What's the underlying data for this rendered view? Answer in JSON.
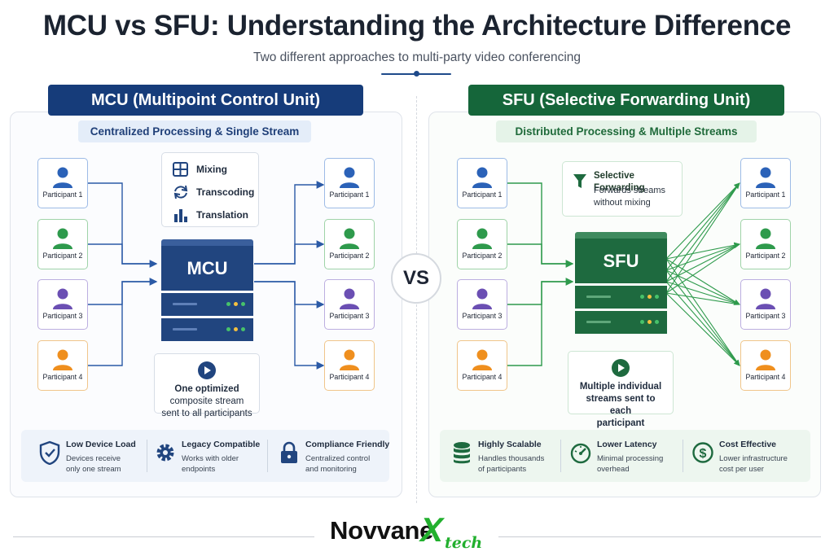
{
  "header": {
    "title": "MCU vs SFU: Understanding the Architecture Difference",
    "subtitle": "Two different approaches to multi-party video conferencing"
  },
  "mcu": {
    "banner": "MCU (Multipoint Control Unit)",
    "pill": "Centralized Processing & Single Stream",
    "inputs": [
      "Participant 1",
      "Participant 2",
      "Participant 3",
      "Participant 4"
    ],
    "outputs": [
      "Participant 1",
      "Participant 2",
      "Participant 3",
      "Participant 4"
    ],
    "functions": [
      "Mixing",
      "Transcoding",
      "Translation"
    ],
    "server_label": "MCU",
    "output_text": [
      "One optimized",
      "composite stream",
      "sent to all participants"
    ],
    "benefits": [
      {
        "title": "Low Device Load",
        "lines": [
          "Devices receive",
          "only one stream"
        ],
        "icon": "shield-check-icon"
      },
      {
        "title": "Legacy Compatible",
        "lines": [
          "Works with older",
          "endpoints"
        ],
        "icon": "gear-icon"
      },
      {
        "title": "Compliance Friendly",
        "lines": [
          "Centralized control",
          "and monitoring"
        ],
        "icon": "lock-icon"
      }
    ]
  },
  "sfu": {
    "banner": "SFU (Selective Forwarding Unit)",
    "pill": "Distributed Processing & Multiple Streams",
    "inputs": [
      "Participant 1",
      "Participant 2",
      "Participant 3",
      "Participant 4"
    ],
    "outputs": [
      "Participant 1",
      "Participant 2",
      "Participant 3",
      "Participant 4"
    ],
    "selective": {
      "title": "Selective Forwarding",
      "line1": "Forwards streams",
      "line2": "without mixing"
    },
    "server_label": "SFU",
    "output_text": [
      "Multiple individual",
      "streams sent to each",
      "participant"
    ],
    "benefits": [
      {
        "title": "Highly Scalable",
        "lines": [
          "Handles thousands",
          "of participants"
        ],
        "icon": "database-icon"
      },
      {
        "title": "Lower Latency",
        "lines": [
          "Minimal processing",
          "overhead"
        ],
        "icon": "speedometer-icon"
      },
      {
        "title": "Cost Effective",
        "lines": [
          "Lower infrastructure",
          "cost per user"
        ],
        "icon": "dollar-icon"
      }
    ]
  },
  "vs_label": "VS",
  "logo": {
    "main": "Novvane",
    "x": "X",
    "tech": "tech"
  },
  "colors": {
    "mcu_navy": "#163c7a",
    "sfu_green": "#15663a",
    "blue": "#2b62b8",
    "green": "#2e9a4c",
    "purple": "#6b4fb3",
    "orange": "#ef8f1e"
  }
}
